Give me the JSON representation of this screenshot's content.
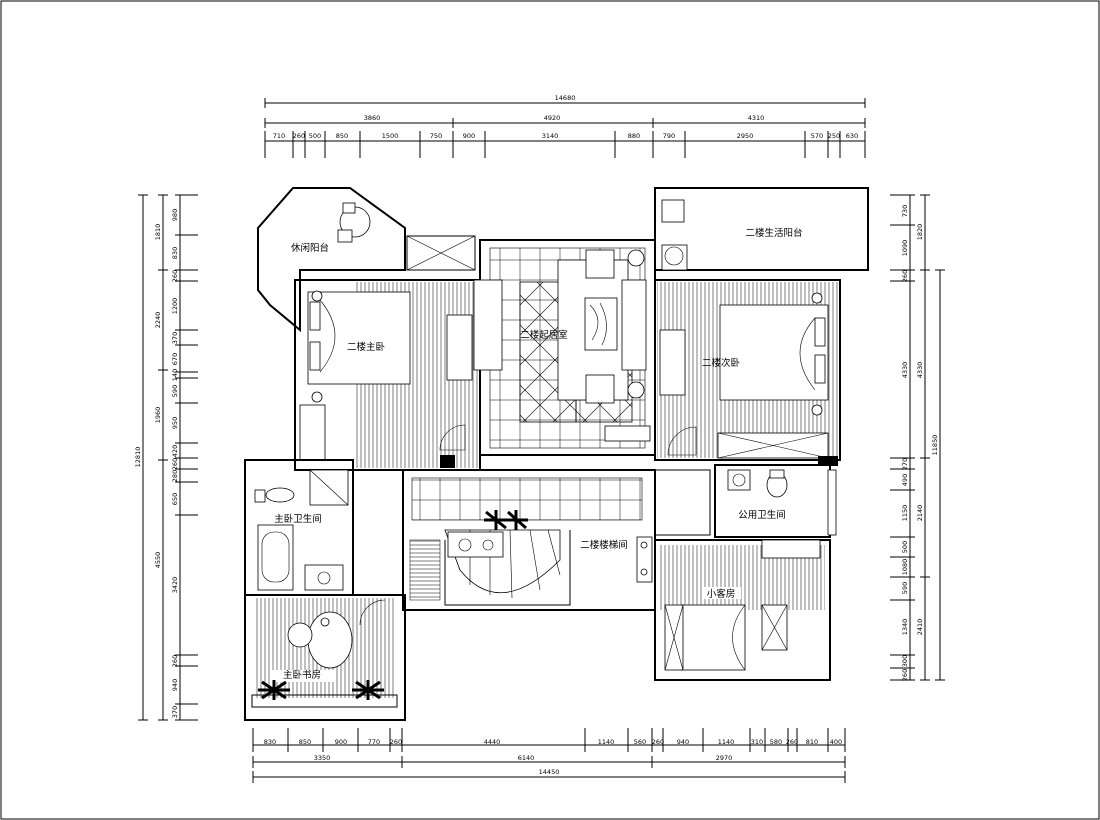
{
  "rooms": {
    "leisure_balcony": "休闲阳台",
    "life_balcony": "二楼生活阳台",
    "living_room": "二楼起居室",
    "master_bedroom": "二楼主卧",
    "second_bedroom": "二楼次卧",
    "master_bath": "主卧卫生间",
    "stairwell": "二楼楼梯间",
    "public_bath": "公用卫生间",
    "guest_room": "小客房",
    "study": "主卧书房"
  },
  "dims_top": {
    "overall": "14680",
    "mid": [
      "3860",
      "4920",
      "4310"
    ],
    "detail": [
      "710",
      "260",
      "500",
      "850",
      "1500",
      "750",
      "900",
      "3140",
      "880",
      "790",
      "2950",
      "570",
      "250",
      "630"
    ]
  },
  "dims_bottom": {
    "detail": [
      "830",
      "850",
      "900",
      "770",
      "260",
      "4440",
      "1140",
      "560",
      "260",
      "940",
      "1140",
      "310",
      "580",
      "260",
      "810",
      "400"
    ],
    "mid": [
      "3350",
      "6140",
      "2970"
    ],
    "overall": "14450"
  },
  "dims_left": {
    "overall": "12810",
    "mid": [
      "1810",
      "2240",
      "1960",
      "4550"
    ],
    "detail": [
      "980",
      "830",
      "260",
      "1200",
      "370",
      "670",
      "140",
      "590",
      "950",
      "420",
      "260",
      "280",
      "650",
      "3420",
      "260",
      "940",
      "370"
    ]
  },
  "dims_right": {
    "overall": "11850",
    "mid": [
      "1820",
      "4330",
      "2140",
      "2410"
    ],
    "detail": [
      "730",
      "1090",
      "260",
      "4330",
      "270",
      "490",
      "1150",
      "500",
      "1080",
      "590",
      "1340",
      "300",
      "260"
    ]
  }
}
